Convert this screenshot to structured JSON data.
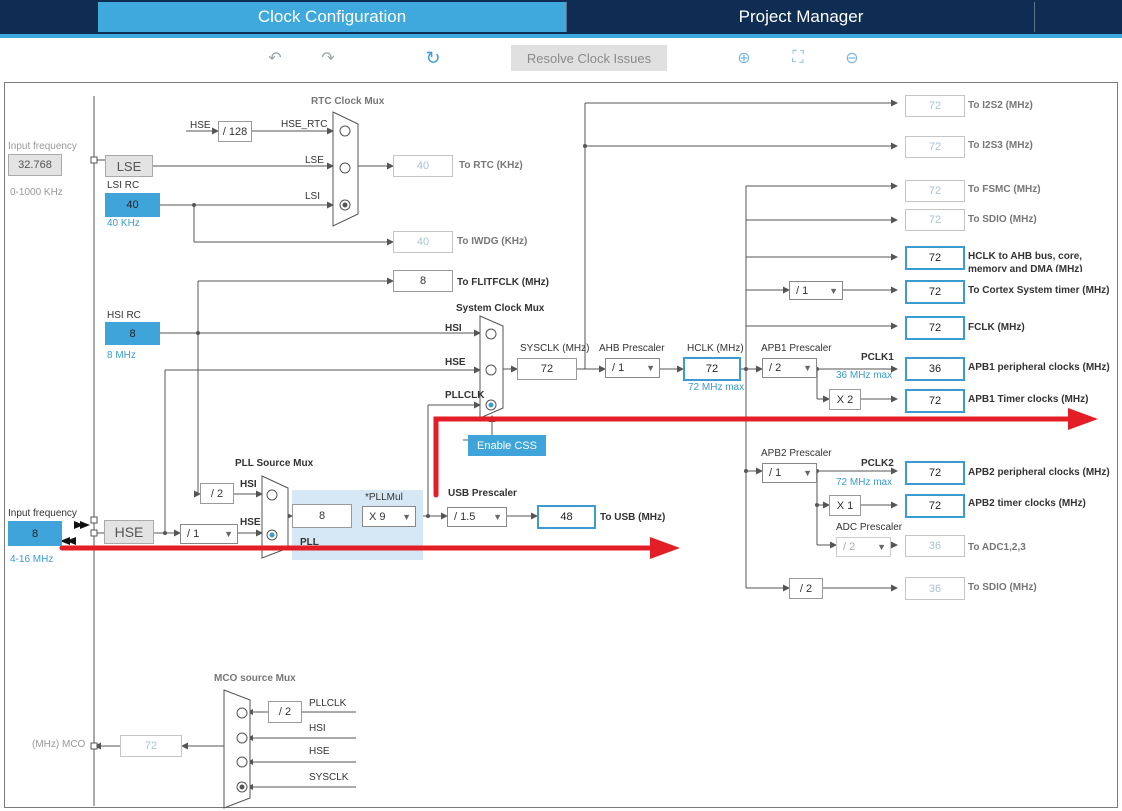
{
  "tabs": {
    "clock": "Clock Configuration",
    "project": "Project Manager"
  },
  "toolbar": {
    "resolve": "Resolve Clock Issues"
  },
  "lse": {
    "input_label": "Input frequency",
    "input_value": "32.768",
    "range": "0-1000 KHz",
    "label": "LSE"
  },
  "lsi": {
    "title": "LSI RC",
    "value": "40",
    "unit": "40 KHz"
  },
  "rtc": {
    "mux": "RTC Clock Mux",
    "hse": "HSE",
    "div": "/ 128",
    "hse_rtc": "HSE_RTC",
    "lse": "LSE",
    "lsi": "LSI",
    "out": "40",
    "to": "To RTC (KHz)"
  },
  "iwdg": {
    "out": "40",
    "to": "To IWDG (KHz)"
  },
  "flit": {
    "out": "8",
    "to": "To FLITFCLK (MHz)"
  },
  "hsi": {
    "title": "HSI RC",
    "value": "8",
    "unit": "8 MHz"
  },
  "sysmux": {
    "title": "System Clock Mux",
    "hsi": "HSI",
    "hse": "HSE",
    "pll": "PLLCLK"
  },
  "sysclk": {
    "label": "SYSCLK (MHz)",
    "value": "72"
  },
  "ahb": {
    "label": "AHB Prescaler",
    "value": "/ 1"
  },
  "hclk": {
    "label": "HCLK (MHz)",
    "value": "72",
    "max": "72 MHz max"
  },
  "apb1": {
    "label": "APB1 Prescaler",
    "value": "/ 2",
    "pclk": "PCLK1",
    "max": "36 MHz max",
    "x2": "X 2"
  },
  "apb2": {
    "label": "APB2 Prescaler",
    "value": "/ 1",
    "pclk": "PCLK2",
    "max": "72 MHz max",
    "x1": "X 1"
  },
  "adc": {
    "label": "ADC Prescaler",
    "value": "/ 2"
  },
  "css": "Enable CSS",
  "hse": {
    "input_label": "Input frequency",
    "value": "8",
    "range": "4-16 MHz",
    "label": "HSE",
    "div": "/ 1"
  },
  "pllsrc": {
    "title": "PLL Source Mux",
    "hsi": "HSI",
    "hse": "HSE",
    "div2": "/ 2"
  },
  "pll": {
    "label": "PLL",
    "in": "8",
    "mul_label": "*PLLMul",
    "mul": "X 9"
  },
  "usb": {
    "label": "USB Prescaler",
    "div": "/ 1.5",
    "out": "48",
    "to": "To USB (MHz)"
  },
  "outputs": [
    {
      "v": "72",
      "t": "To I2S2 (MHz)"
    },
    {
      "v": "72",
      "t": "To I2S3 (MHz)"
    },
    {
      "v": "72",
      "t": "To FSMC (MHz)"
    },
    {
      "v": "72",
      "t": "To SDIO (MHz)"
    },
    {
      "v": "72",
      "t": "HCLK to AHB bus, core, memory and DMA (MHz)"
    },
    {
      "v": "72",
      "t": "To Cortex System timer (MHz)",
      "div": "/ 1"
    },
    {
      "v": "72",
      "t": "FCLK (MHz)"
    },
    {
      "v": "36",
      "t": "APB1 peripheral clocks (MHz)"
    },
    {
      "v": "72",
      "t": "APB1 Timer clocks (MHz)"
    },
    {
      "v": "72",
      "t": "APB2 peripheral clocks (MHz)"
    },
    {
      "v": "72",
      "t": "APB2 timer clocks (MHz)"
    },
    {
      "v": "36",
      "t": "To ADC1,2,3"
    },
    {
      "v": "36",
      "t": "To SDIO (MHz)",
      "div": "/ 2"
    }
  ],
  "mco": {
    "title": "MCO source Mux",
    "label": "(MHz) MCO",
    "value": "72",
    "div": "/ 2",
    "pll": "PLLCLK",
    "hsi": "HSI",
    "hse": "HSE",
    "sys": "SYSCLK"
  }
}
